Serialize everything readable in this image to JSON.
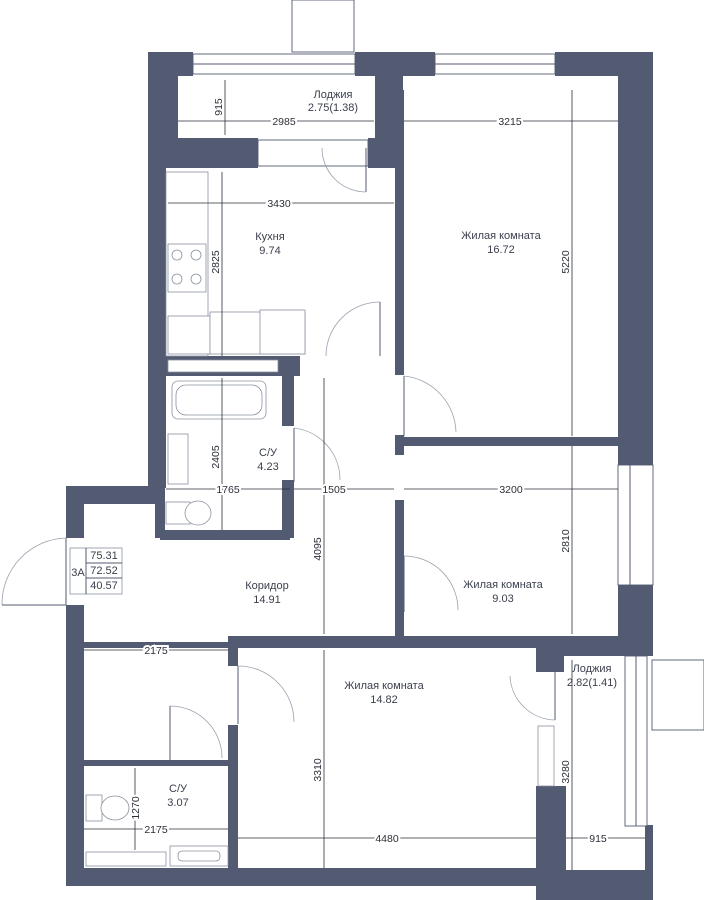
{
  "rooms": [
    {
      "id": "loggia-top",
      "name": "Лоджия",
      "area": "2.75(1.38)"
    },
    {
      "id": "kitchen",
      "name": "Кухня",
      "area": "9.74"
    },
    {
      "id": "living-1",
      "name": "Жилая комната",
      "area": "16.72"
    },
    {
      "id": "bath-1",
      "name": "С/У",
      "area": "4.23"
    },
    {
      "id": "living-2",
      "name": "Жилая комната",
      "area": "9.03"
    },
    {
      "id": "corridor",
      "name": "Коридор",
      "area": "14.91"
    },
    {
      "id": "living-3",
      "name": "Жилая комната",
      "area": "14.82"
    },
    {
      "id": "loggia-right",
      "name": "Лоджия",
      "area": "2.82(1.41)"
    },
    {
      "id": "bath-2",
      "name": "С/У",
      "area": "3.07"
    }
  ],
  "summary": {
    "type": "3А",
    "total": "75.31",
    "living_total": "72.52",
    "living": "40.57"
  },
  "dimensions": {
    "loggia_top_depth": "915",
    "loggia_top_width": "2985",
    "living1_width": "3215",
    "kitchen_width": "3430",
    "kitchen_depth": "2825",
    "living1_depth": "5220",
    "bath1_depth": "2405",
    "bath1_width": "1765",
    "corridor_width": "1505",
    "living2_width": "3200",
    "living2_depth": "2810",
    "corridor_depth": "4095",
    "hall_width": "2175",
    "living3_depth": "3310",
    "living3_width": "4480",
    "bath2_depth": "1270",
    "bath2_width": "2175",
    "loggia_right_depth": "3280",
    "loggia_right_width": "915"
  }
}
